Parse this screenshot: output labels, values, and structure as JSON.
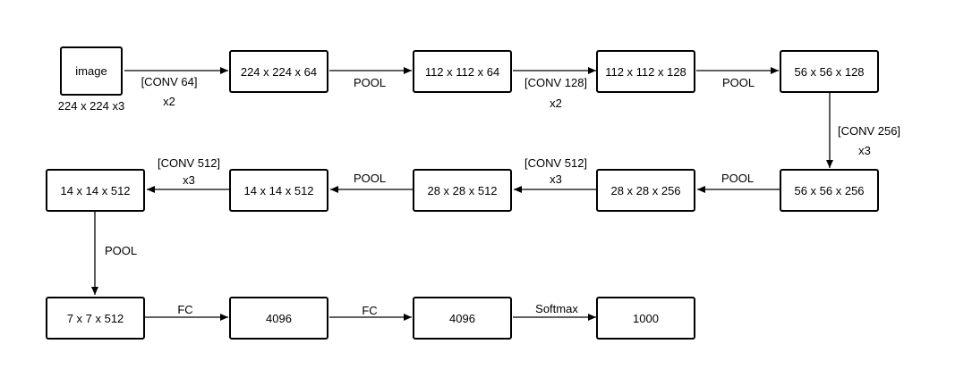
{
  "nodes": {
    "image": "image",
    "image_size": "224 x 224 x3",
    "n1": "224 x 224 x 64",
    "n2": "112 x 112 x 64",
    "n3": "112 x 112 x 128",
    "n4": "56 x 56 x 128",
    "n5": "56 x 56 x 256",
    "n6": "28 x 28 x 256",
    "n7": "28 x 28 x 512",
    "n8": "14 x 14 x 512",
    "n9": "14 x 14 x 512",
    "n10": "7 x 7 x 512",
    "n11": "4096",
    "n12": "4096",
    "n13": "1000"
  },
  "edges": {
    "e1": "[CONV 64]",
    "e1_rep": "x2",
    "e2": "POOL",
    "e3": "[CONV 128]",
    "e3_rep": "x2",
    "e4": "POOL",
    "e5": "[CONV 256]",
    "e5_rep": "x3",
    "e6": "POOL",
    "e7": "[CONV 512]",
    "e7_rep": "x3",
    "e8": "POOL",
    "e9": "[CONV 512]",
    "e9_rep": "x3",
    "e10": "POOL",
    "e11": "FC",
    "e12": "FC",
    "e13": "Softmax"
  }
}
